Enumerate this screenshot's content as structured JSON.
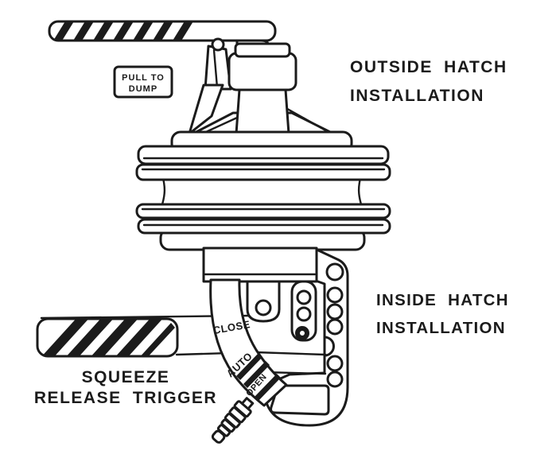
{
  "page": {
    "colors": {
      "ink": "#1b1b1b",
      "paper": "#ffffff"
    }
  },
  "annotations": {
    "outside_hatch": {
      "line1": "OUTSIDE HATCH",
      "line2": "INSTALLATION"
    },
    "inside_hatch": {
      "line1": "INSIDE HATCH",
      "line2": "INSTALLATION"
    },
    "squeeze_trigger": {
      "line1": "SQUEEZE",
      "line2": "RELEASE TRIGGER"
    },
    "dump_tag": {
      "line1": "PULL TO",
      "line2": "DUMP"
    },
    "quadrant_positions": {
      "close": "CLOSE",
      "auto": "AUTO",
      "open": "OPEN"
    }
  }
}
